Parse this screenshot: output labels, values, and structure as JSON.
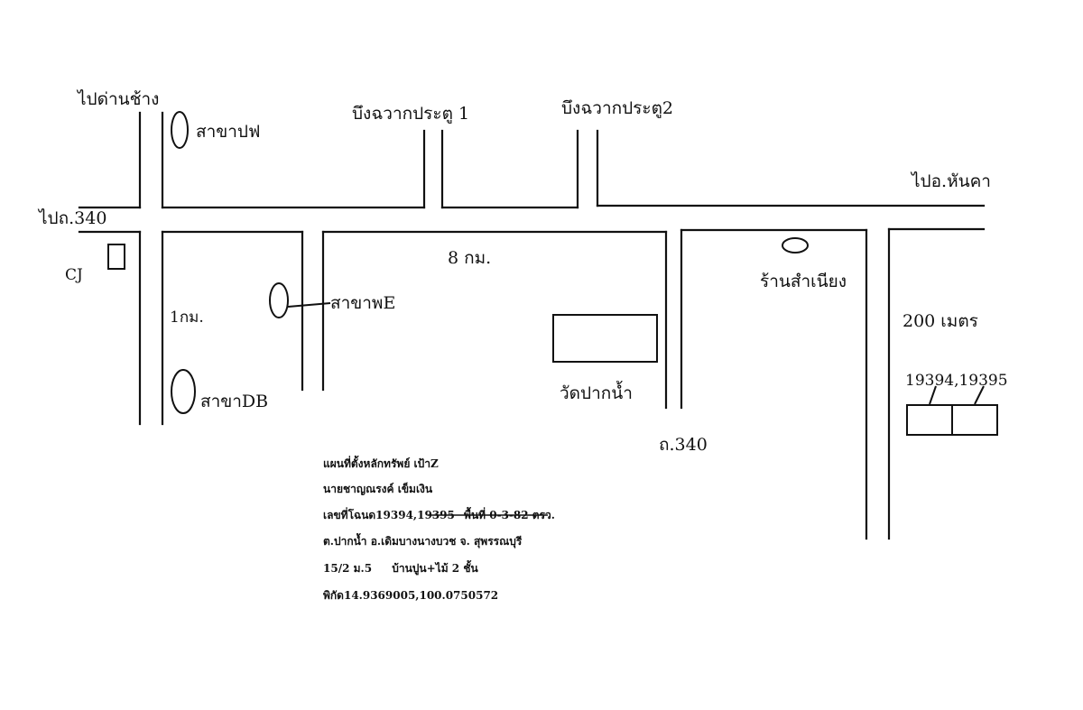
{
  "labels": {
    "to_dan_chang": "ไปด่านช้าง",
    "branch_pf": "สาขาปฟ",
    "bueng_gate1": "บึงฉวากประตู 1",
    "bueng_gate2": "บึงฉวากประตู2",
    "to_hankha": "ไปอ.หันคา",
    "to_road340": "ไปถ.340",
    "cj": "CJ",
    "dist_8km": "8 กม.",
    "shop_samniang": "ร้านสำเนียง",
    "branch_e": "สาขาพE",
    "dist_1km": "1กม.",
    "dist_200m": "200 เมตร",
    "wat_paknam": "วัดปากน้ำ",
    "plot_numbers": "19394,19395",
    "branch_db": "สาขาDB",
    "road340": "ถ.340"
  },
  "note": {
    "line1": "แผนที่ตั้งหลักทรัพย์ เป้าZ",
    "line2": "นายชาญณรงค์ เข็มเงิน",
    "line3": "เลขที่โฉนด19394,19395",
    "line3_struck": "พื้นที่ 0-3-82 ตรว.",
    "line4": "ต.ปากน้ำ อ.เดิมบางนางบวช จ. สุพรรณบุรี",
    "line5a": "15/2 ม.5",
    "line5b": "บ้านปูน+ไม้ 2 ชั้น",
    "line6": "พิกัด14.9369005,100.0750572"
  }
}
